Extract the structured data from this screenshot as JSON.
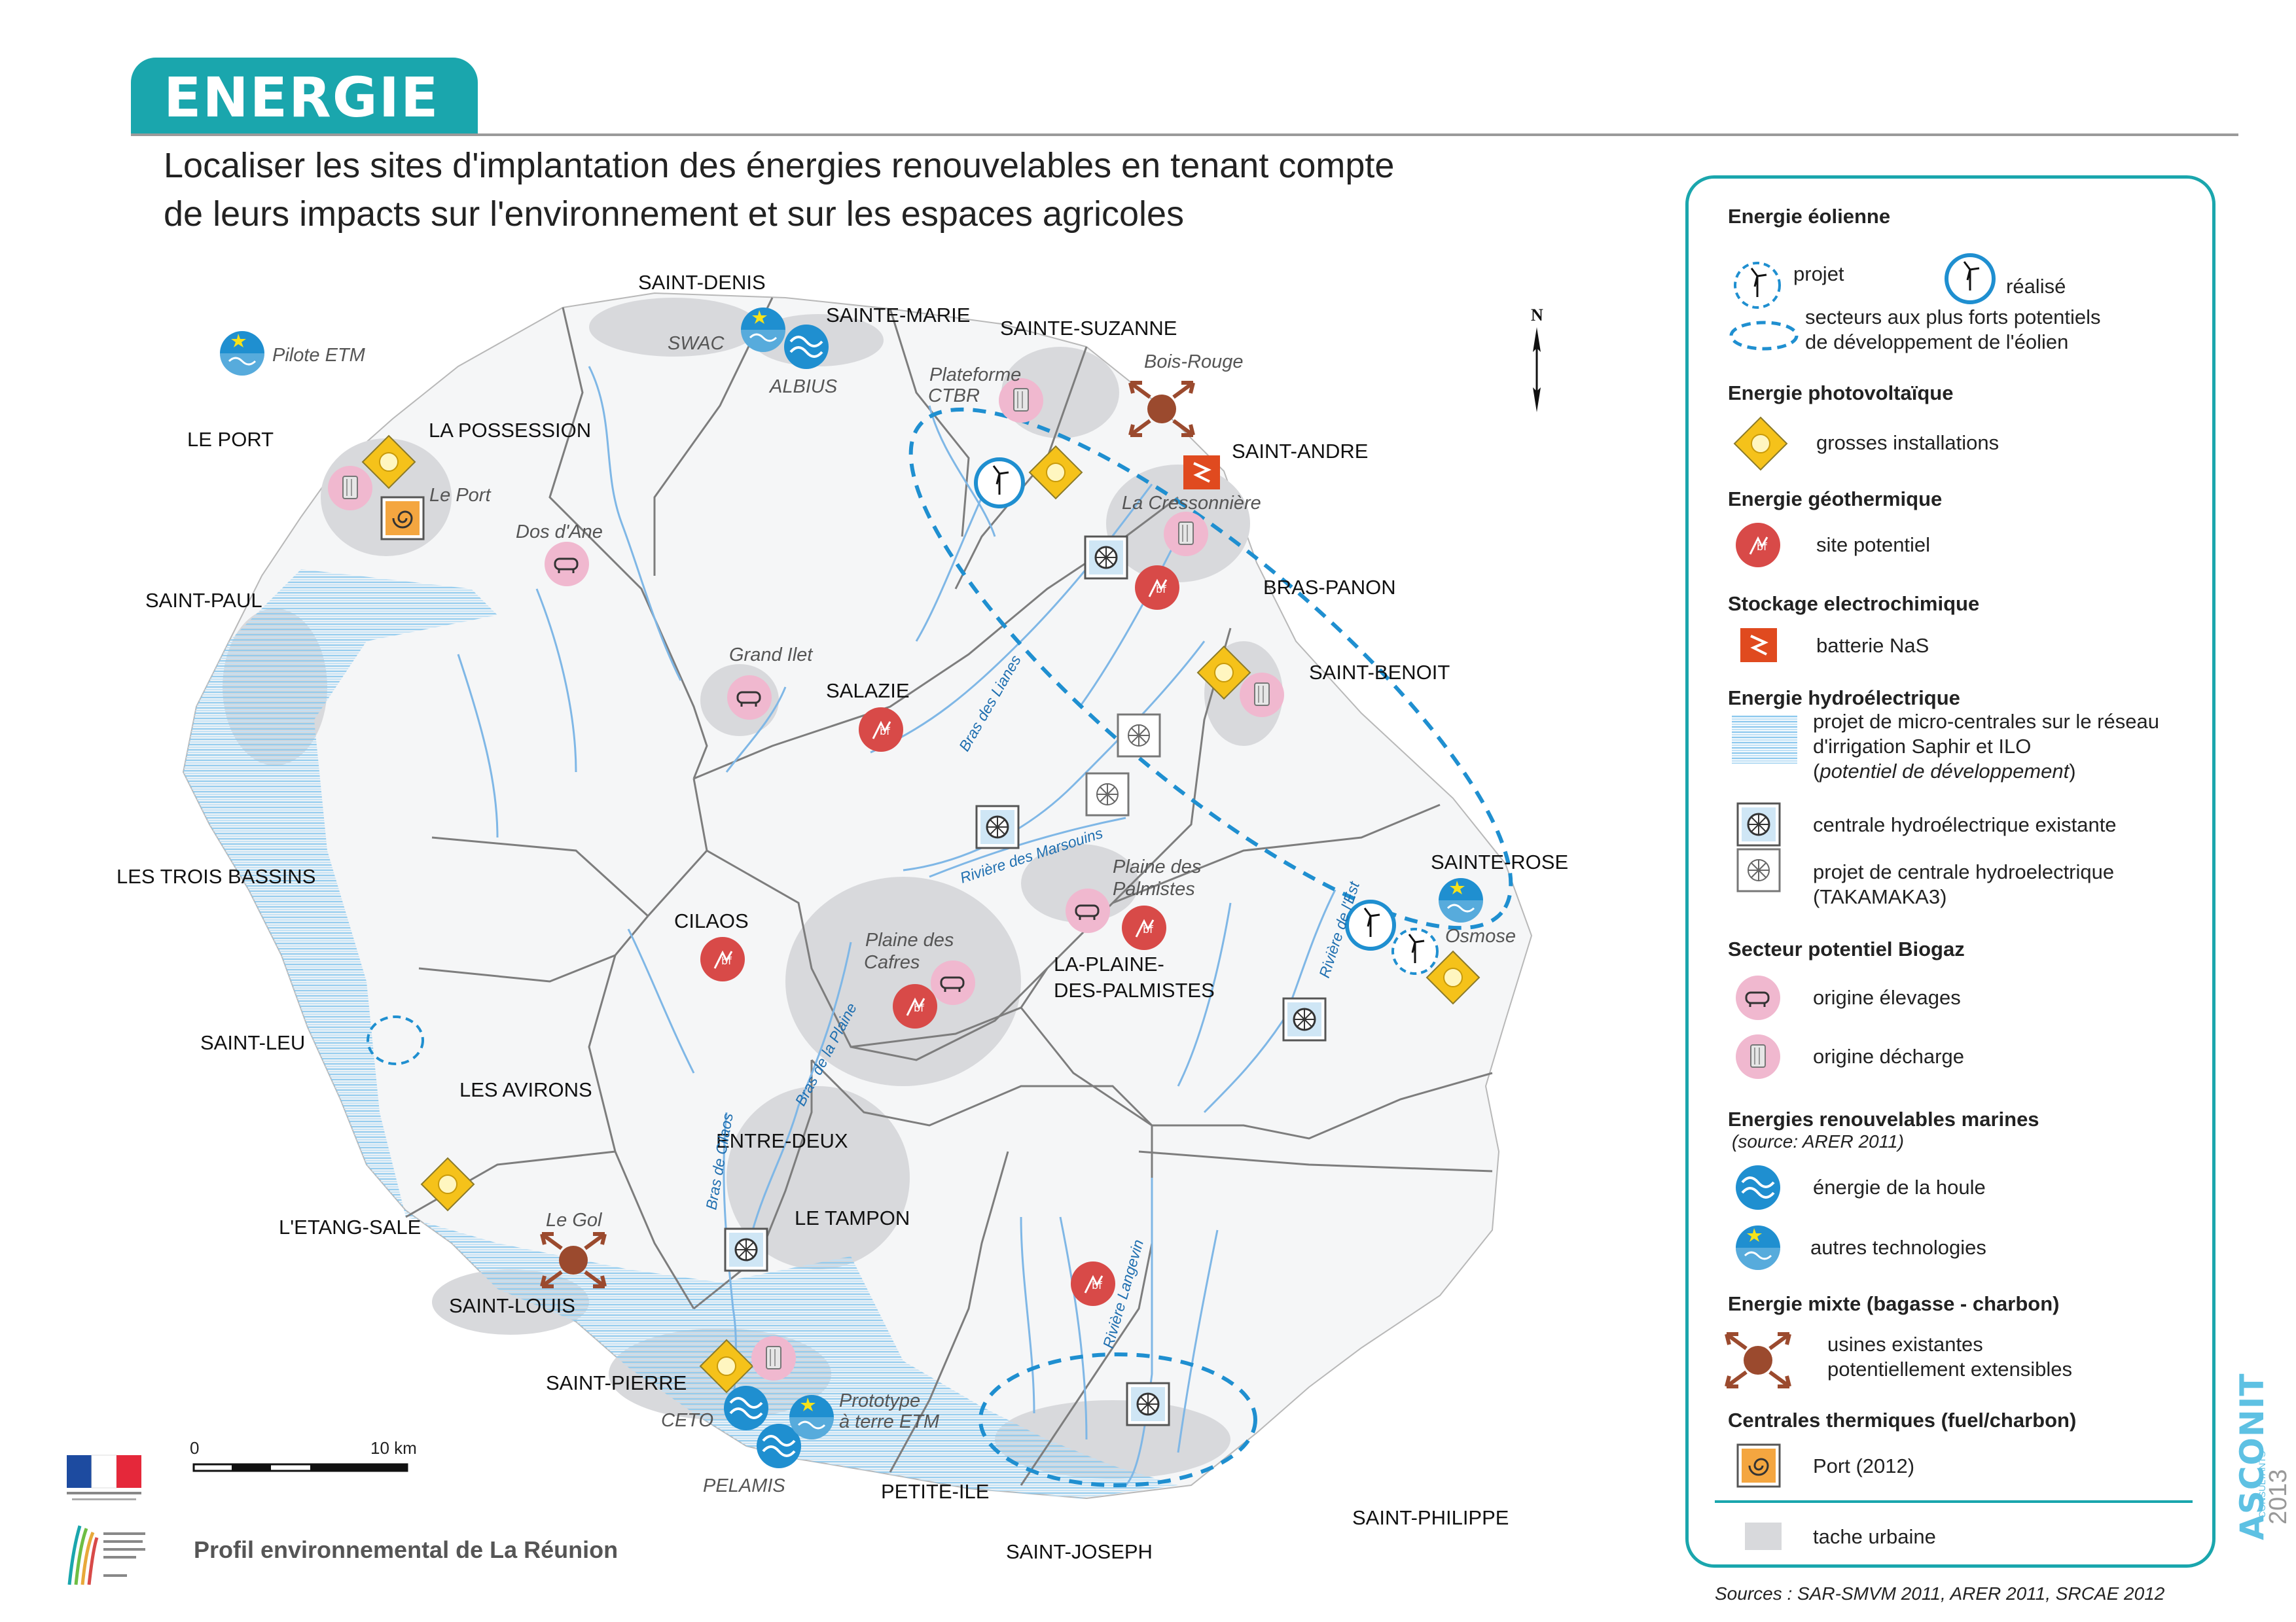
{
  "header": {
    "tab_label": "ENERGIE",
    "subtitle_line1": "Localiser les sites d'implantation des énergies renouvelables en tenant compte",
    "subtitle_line2": "de leurs impacts sur l'environnement et sur les espaces agricoles"
  },
  "map": {
    "north_label": "N",
    "communes": [
      {
        "id": "saint-denis",
        "label": "SAINT-DENIS"
      },
      {
        "id": "sainte-marie",
        "label": "SAINTE-MARIE"
      },
      {
        "id": "sainte-suzanne",
        "label": "SAINTE-SUZANNE"
      },
      {
        "id": "saint-andre",
        "label": "SAINT-ANDRE"
      },
      {
        "id": "bras-panon",
        "label": "BRAS-PANON"
      },
      {
        "id": "saint-benoit",
        "label": "SAINT-BENOIT"
      },
      {
        "id": "sainte-rose",
        "label": "SAINTE-ROSE"
      },
      {
        "id": "la-possession",
        "label": "LA POSSESSION"
      },
      {
        "id": "le-port",
        "label": "LE PORT"
      },
      {
        "id": "saint-paul",
        "label": "SAINT-PAUL"
      },
      {
        "id": "les-trois-bassins",
        "label": "LES TROIS BASSINS"
      },
      {
        "id": "saint-leu",
        "label": "SAINT-LEU"
      },
      {
        "id": "les-avirons",
        "label": "LES AVIRONS"
      },
      {
        "id": "l-etang-sale",
        "label": "L'ETANG-SALE"
      },
      {
        "id": "saint-louis",
        "label": "SAINT-LOUIS"
      },
      {
        "id": "saint-pierre",
        "label": "SAINT-PIERRE"
      },
      {
        "id": "petite-ile",
        "label": "PETITE-ILE"
      },
      {
        "id": "saint-joseph",
        "label": "SAINT-JOSEPH"
      },
      {
        "id": "saint-philippe",
        "label": "SAINT-PHILIPPE"
      },
      {
        "id": "le-tampon",
        "label": "LE TAMPON"
      },
      {
        "id": "entre-deux",
        "label": "ENTRE-DEUX"
      },
      {
        "id": "cilaos",
        "label": "CILAOS"
      },
      {
        "id": "salazie",
        "label": "SALAZIE"
      },
      {
        "id": "la-plaine-1",
        "label": "LA-PLAINE-"
      },
      {
        "id": "la-plaine-2",
        "label": "DES-PALMISTES"
      }
    ],
    "sites": [
      {
        "id": "pilote-etm",
        "label": "Pilote ETM"
      },
      {
        "id": "swac",
        "label": "SWAC"
      },
      {
        "id": "albius",
        "label": "ALBIUS"
      },
      {
        "id": "bois-rouge",
        "label": "Bois-Rouge"
      },
      {
        "id": "plateforme-1",
        "label": "Plateforme"
      },
      {
        "id": "plateforme-2",
        "label": "CTBR"
      },
      {
        "id": "le-port-site",
        "label": "Le Port"
      },
      {
        "id": "dos-dane",
        "label": "Dos d'Ane"
      },
      {
        "id": "la-cressonniere",
        "label": "La Cressonnière"
      },
      {
        "id": "grand-ilet",
        "label": "Grand Ilet"
      },
      {
        "id": "plaine-palmistes-1",
        "label": "Plaine des"
      },
      {
        "id": "plaine-palmistes-2",
        "label": "Palmistes"
      },
      {
        "id": "plaine-cafres-1",
        "label": "Plaine des"
      },
      {
        "id": "plaine-cafres-2",
        "label": "Cafres"
      },
      {
        "id": "osmose",
        "label": "Osmose"
      },
      {
        "id": "le-gol",
        "label": "Le Gol"
      },
      {
        "id": "ceto",
        "label": "CETO"
      },
      {
        "id": "pelamis",
        "label": "PELAMIS"
      },
      {
        "id": "prototype-1",
        "label": "Prototype"
      },
      {
        "id": "prototype-2",
        "label": "à terre ETM"
      }
    ],
    "rivers": [
      {
        "id": "bras-des-lianes",
        "label": "Bras des Lianes"
      },
      {
        "id": "riviere-des-marsouins",
        "label": "Rivière des Marsouins"
      },
      {
        "id": "riviere-de-l-est",
        "label": "Rivière de l'Est"
      },
      {
        "id": "bras-de-la-plaine",
        "label": "Bras de la Plaine"
      },
      {
        "id": "bras-de-cilaos",
        "label": "Bras de Cilaos"
      },
      {
        "id": "riviere-langevin",
        "label": "Rivière Langevin"
      }
    ],
    "scale": {
      "zero": "0",
      "ten": "10 km"
    }
  },
  "legend": {
    "eolien": {
      "title": "Energie éolienne",
      "projet": "projet",
      "realise": "réalisé",
      "secteurs_1": "secteurs aux plus forts potentiels",
      "secteurs_2": "de développement de l'éolien"
    },
    "photovoltaique": {
      "title": "Energie photovoltaïque",
      "item": "grosses installations"
    },
    "geothermique": {
      "title": "Energie géothermique",
      "item": "site potentiel"
    },
    "stockage": {
      "title": "Stockage electrochimique",
      "item": "batterie NaS"
    },
    "hydro": {
      "title": "Energie hydroélectrique",
      "micro_1": "projet de micro-centrales sur le réseau",
      "micro_2": "d'irrigation Saphir et ILO",
      "micro_3a": "(",
      "micro_3b": "potentiel de développement",
      "micro_3c": ")",
      "existante": "centrale hydroélectrique existante",
      "projet_1": "projet de centrale hydroelectrique",
      "projet_2": "(TAKAMAKA3)"
    },
    "biogaz": {
      "title": "Secteur potentiel Biogaz",
      "elevages": "origine  élevages",
      "decharge": "origine décharge"
    },
    "marines": {
      "title": "Energies renouvelables marines",
      "source": "(source: ARER 2011)",
      "houle": "énergie de la houle",
      "autres": "autres technologies"
    },
    "mixte": {
      "title": "Energie mixte (bagasse - charbon)",
      "item_1": "usines existantes",
      "item_2": "potentiellement extensibles"
    },
    "thermique": {
      "title": "Centrales thermiques (fuel/charbon)",
      "item": "Port (2012)"
    },
    "urbain": {
      "item": "tache urbaine"
    }
  },
  "footer": {
    "sources": "Sources : SAR-SMVM 2011, ARER 2011, SRCAE 2012",
    "profil": "Profil environnemental de La Réunion",
    "brand": "ASCONIT",
    "brand_sub": "CONSULTANTS",
    "year": "2013"
  },
  "colors": {
    "teal": "#1aa6ad",
    "wind_blue": "#1f8fd0",
    "geo_red": "#d84a48",
    "biogaz_pink": "#f0b8cf",
    "solar_yellow": "#f5c21a",
    "mixte_brown": "#9b4a2e",
    "urban_grey": "#d8d9dc",
    "river_blue": "#7fb7e6",
    "nas_red": "#e04a1f"
  }
}
